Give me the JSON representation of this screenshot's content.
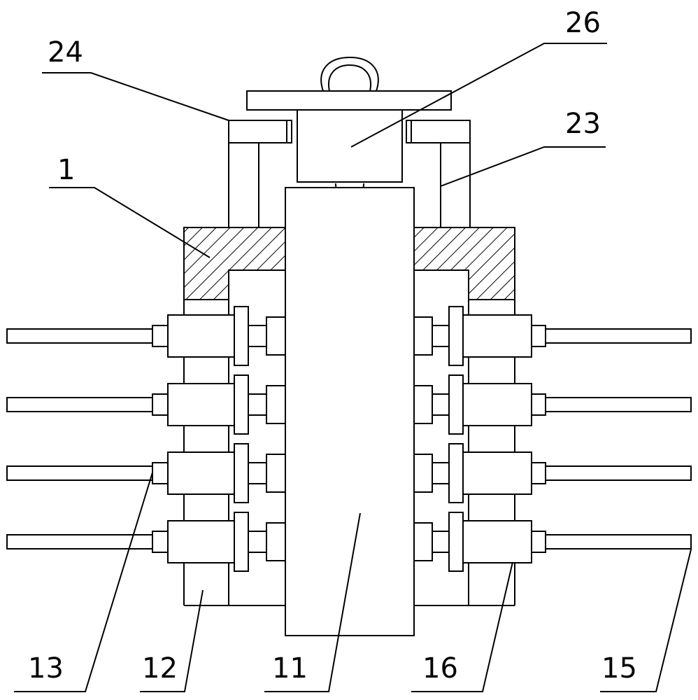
{
  "labels": {
    "l24": "24",
    "l26": "26",
    "l23": "23",
    "l1": "1",
    "l13": "13",
    "l12": "12",
    "l11": "11",
    "l16": "16",
    "l15": "15"
  }
}
